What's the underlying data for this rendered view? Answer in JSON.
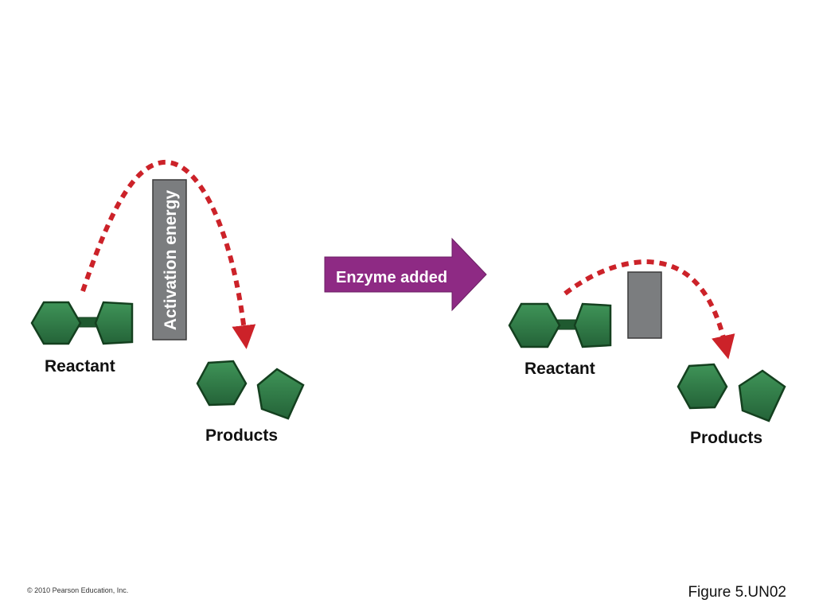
{
  "panels": {
    "uncatalyzed": {
      "reactant_label": "Reactant",
      "products_label": "Products",
      "barrier_label": "Activation energy"
    },
    "catalyzed": {
      "reactant_label": "Reactant",
      "products_label": "Products"
    }
  },
  "transition_arrow": {
    "label": "Enzyme added",
    "color": "#8e2a84"
  },
  "colors": {
    "molecule_fill": "#2f7a45",
    "molecule_edge": "#14401f",
    "barrier_fill": "#7b7d7f",
    "curve": "#cc2229"
  },
  "footer": {
    "copyright": "© 2010 Pearson Education, Inc.",
    "figure": "Figure 5.UN02"
  }
}
